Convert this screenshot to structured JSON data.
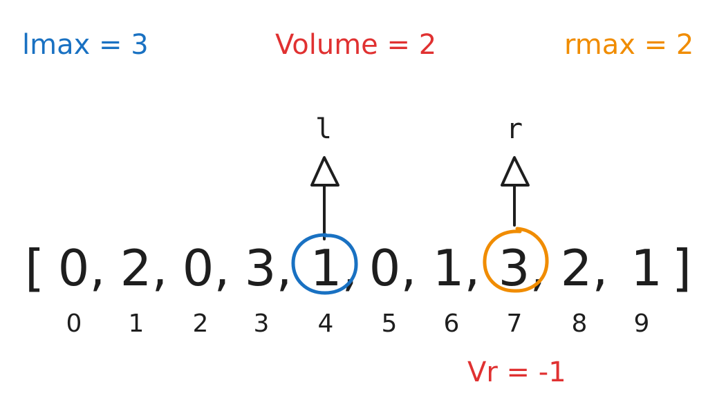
{
  "labels": {
    "lmax": "lmax = 3",
    "volume": "Volume = 2",
    "rmax": "rmax = 2",
    "vr": "Vr = -1"
  },
  "pointers": {
    "left": "l",
    "right": "r"
  },
  "array": {
    "open_bracket": "[",
    "close_bracket": "]",
    "items": [
      "0,",
      "2,",
      "0,",
      "3,",
      "1,",
      "0,",
      "1,",
      "3,",
      "2,",
      "1"
    ],
    "indices": [
      "0",
      "1",
      "2",
      "3",
      "4",
      "5",
      "6",
      "7",
      "8",
      "9"
    ]
  },
  "colors": {
    "blue": "#1971c2",
    "red": "#e03131",
    "orange": "#f08c00",
    "ink": "#1e1e1e"
  }
}
